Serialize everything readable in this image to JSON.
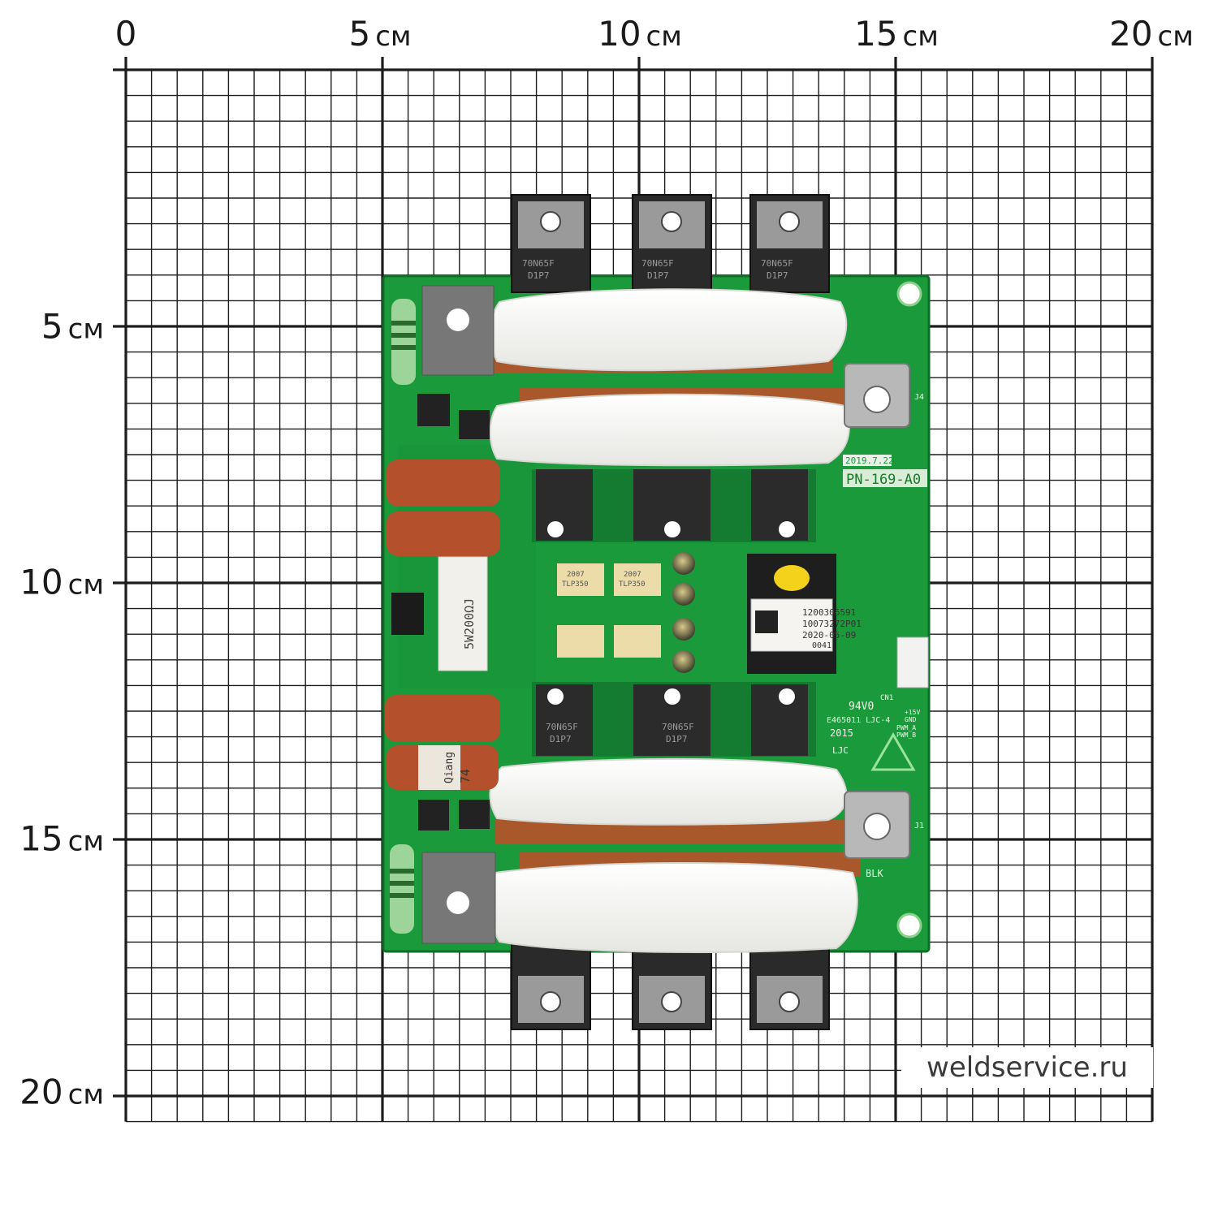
{
  "scale": {
    "unit": "см",
    "top_ticks": [
      "0",
      "5",
      "10",
      "15",
      "20"
    ],
    "left_ticks": [
      "5",
      "10",
      "15",
      "20"
    ]
  },
  "watermark": "weldservice.ru",
  "board": {
    "date_code": "2019.7.22",
    "part_number": "PN-169-A0",
    "label_line1": "1200306591",
    "label_line2": "10073272P01",
    "label_line3": "2020-05-09",
    "label_line4": "0041",
    "ul_mark": "94V0",
    "ul_code": "E465011 LJC-4",
    "year": "2015",
    "maker": "LJC",
    "resistor_marking": "5W200ΩJ",
    "capacitor_marking": "Qiang",
    "capacitor_code": "74",
    "optocoupler_marking": "TLP350",
    "optocoupler_code": "2007",
    "transistor_marking": "70N65F",
    "transistor_code": "D1P7",
    "terminal_j4": "J4",
    "terminal_j1": "J1",
    "terminal_blk": "BLK",
    "connector_cn1": "CN1",
    "pin_15v": "+15V",
    "pin_gnd": "GND",
    "pin_pwm_a": "PWM_A",
    "pin_pwm_b": "PWM_B"
  },
  "colors": {
    "pcb": "#1a9a3a",
    "pcb_dark": "#137a2c",
    "grid": "#1c1c1c",
    "paste": "#f2f2f0",
    "copper": "#a8582a",
    "transistor": "#2a2a2a",
    "heatsink": "#9a9a9a",
    "film_cap": "#b4502c",
    "optocoupler": "#ecdcaa"
  }
}
